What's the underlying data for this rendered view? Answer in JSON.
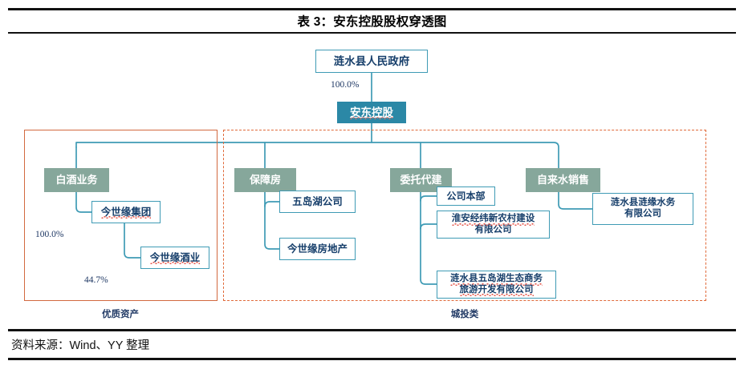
{
  "title": "表 3：安东控股股权穿透图",
  "source": "资料来源：Wind、YY 整理",
  "colors": {
    "teal_line": "#3f9bb5",
    "teal_fill": "#2b88a6",
    "green_fill": "#86a79b",
    "orange_solid": "#d2693f",
    "orange_dashed": "#e06a3a",
    "text_navy": "#1f3864",
    "rule_black": "#111111"
  },
  "diagram": {
    "type": "org-chart",
    "root": {
      "label": "涟水县人民政府",
      "style": "outline"
    },
    "root_edge_pct": "100.0%",
    "holding": {
      "label": "安东控股",
      "style": "filled-teal"
    },
    "segments": [
      {
        "label": "白酒业务",
        "style": "filled-green",
        "group": "优质资产",
        "children": [
          {
            "label": "今世缘集团",
            "style": "outline",
            "pct": "100.0%"
          },
          {
            "label": "今世缘酒业",
            "style": "outline",
            "pct": "44.7%"
          }
        ]
      },
      {
        "label": "保障房",
        "style": "filled-green",
        "group": "城投类",
        "children": [
          {
            "label": "五岛湖公司",
            "style": "outline",
            "pct": ""
          },
          {
            "label": "今世缘房地产",
            "style": "outline",
            "pct": ""
          }
        ]
      },
      {
        "label": "委托代建",
        "style": "filled-green",
        "group": "城投类",
        "children": [
          {
            "label": "公司本部",
            "style": "outline",
            "pct": ""
          },
          {
            "label": "淮安经纬新农村建设有限公司",
            "style": "outline",
            "pct": ""
          },
          {
            "label": "涟水县五岛湖生态商务旅游开发有限公司",
            "style": "outline",
            "pct": ""
          }
        ]
      },
      {
        "label": "自来水销售",
        "style": "filled-green",
        "group": "城投类",
        "children": [
          {
            "label": "涟水县涟缘水务有限公司",
            "style": "outline",
            "pct": ""
          }
        ]
      }
    ],
    "groups": [
      {
        "caption": "优质资产",
        "frame": "solid"
      },
      {
        "caption": "城投类",
        "frame": "dashed"
      }
    ],
    "node_text": {
      "govt": "涟水县人民政府",
      "holding": "安东控股",
      "seg_baijiu": "白酒业务",
      "seg_baozhangfang": "保障房",
      "seg_weituodaijian": "委托代建",
      "seg_zilaishui": "自来水销售",
      "jinshiyuan_group": "今世缘集团",
      "jinshiyuan_jiuye": "今世缘酒业",
      "wudaohu": "五岛湖公司",
      "jinshiyuan_fangdichan": "今世缘房地产",
      "gongsibenbu": "公司本部",
      "huaian_jingwei_l1": "淮安经纬新农村建设",
      "huaian_jingwei_l2": "有限公司",
      "lianshui_wudaohu_l1": "涟水县五岛湖生态商务",
      "lianshui_wudaohu_l2": "旅游开发有限公司",
      "lianyuan_shuiwu_l1": "涟水县涟缘水务",
      "lianyuan_shuiwu_l2": "有限公司"
    },
    "pct_labels": {
      "govt_to_holding": "100.0%",
      "baijiu_to_group": "100.0%",
      "group_to_jiuye": "44.7%"
    },
    "captions": {
      "left": "优质资产",
      "right": "城投类"
    }
  }
}
